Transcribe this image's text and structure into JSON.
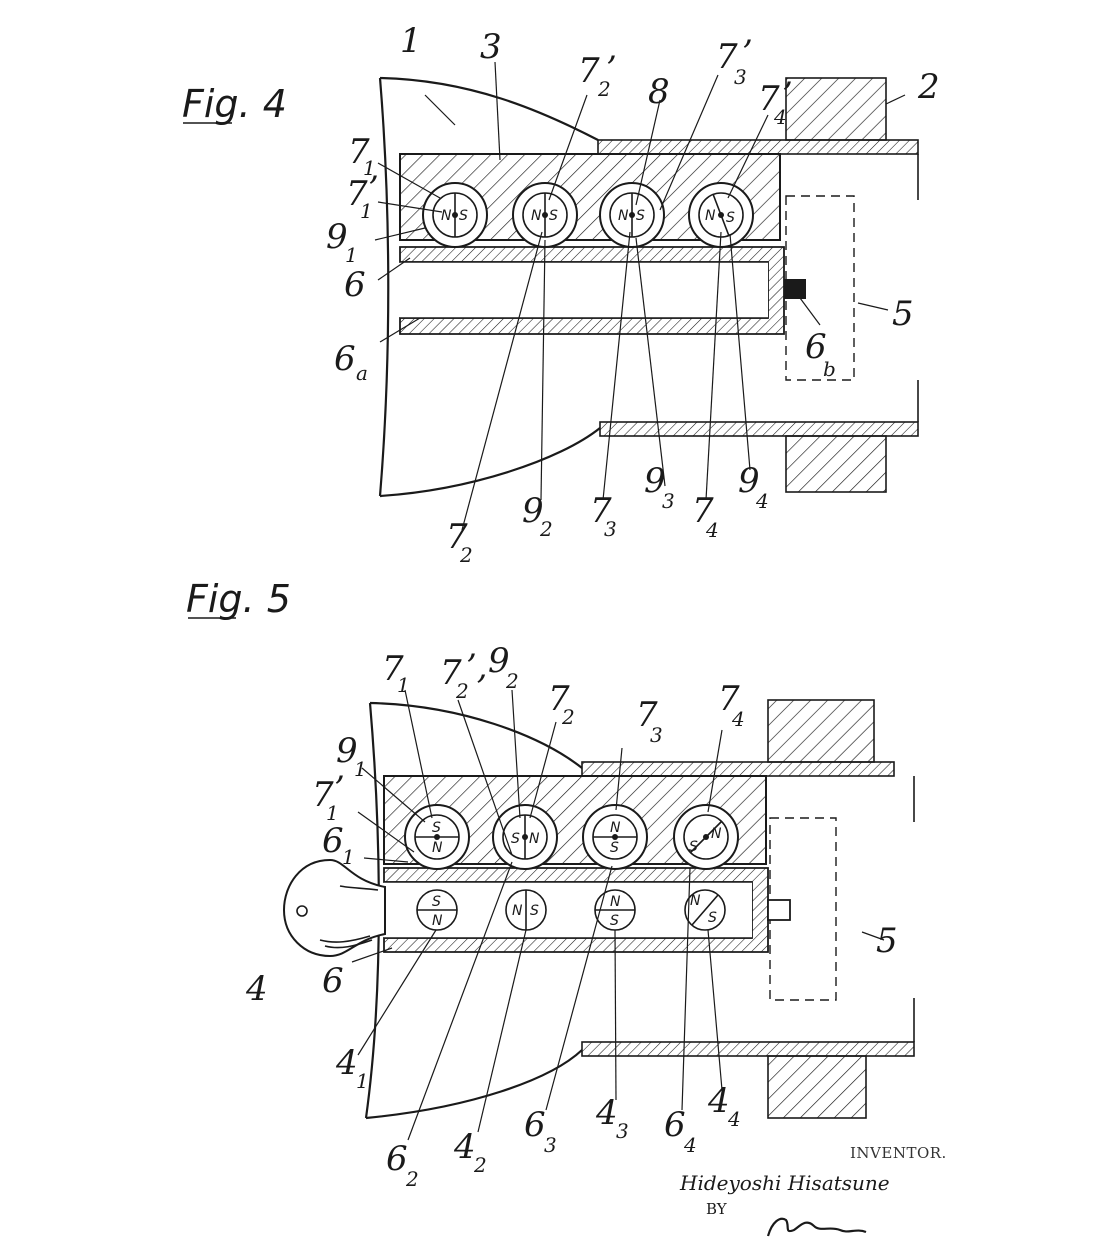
{
  "figure4": {
    "title": "Fig. 4",
    "labels": {
      "ref_1": "1",
      "ref_2": "2",
      "ref_3": "3",
      "ref_5": "5",
      "ref_6": "6",
      "ref_8": "8",
      "ref_6a": "6",
      "ref_6a_sub": "a",
      "ref_6b": "6",
      "ref_6b_sub": "b",
      "ref_7_1": "7",
      "ref_7_1_sub": "1",
      "ref_7_1p": "7",
      "ref_7_1p_sub": "1",
      "ref_7_1p_mark": "’",
      "ref_9_1": "9",
      "ref_9_1_sub": "1",
      "ref_7_2p": "7",
      "ref_7_2p_sub": "2",
      "ref_7_2p_mark": "’",
      "ref_7_3p": "7",
      "ref_7_3p_sub": "3",
      "ref_7_3p_mark": "’",
      "ref_7_4p": "7",
      "ref_7_4p_sub": "4",
      "ref_7_4p_mark": "’",
      "ref_7_2": "7",
      "ref_7_2_sub": "2",
      "ref_9_2": "9",
      "ref_9_2_sub": "2",
      "ref_7_3": "7",
      "ref_7_3_sub": "3",
      "ref_9_3": "9",
      "ref_9_3_sub": "3",
      "ref_7_4": "7",
      "ref_7_4_sub": "4",
      "ref_9_4": "9",
      "ref_9_4_sub": "4"
    },
    "poles": {
      "n": "N",
      "s": "S"
    }
  },
  "figure5": {
    "title": "Fig. 5",
    "labels": {
      "ref_4": "4",
      "ref_5": "5",
      "ref_6": "6",
      "ref_7_1": "7",
      "ref_7_1_sub": "1",
      "ref_7_2p_9_2": "7",
      "ref_7_2p_sub": "2",
      "ref_7_2p_mark": "’,",
      "ref_9_2": "9",
      "ref_9_2_sub": "2",
      "ref_7_2": "7",
      "ref_7_2_sub": "2",
      "ref_7_3": "7",
      "ref_7_3_sub": "3",
      "ref_7_4": "7",
      "ref_7_4_sub": "4",
      "ref_9_1": "9",
      "ref_9_1_sub": "1",
      "ref_7_1p": "7",
      "ref_7_1p_sub": "1",
      "ref_7_1p_mark": "’",
      "ref_6_1": "6",
      "ref_6_1_sub": "1",
      "ref_4_1": "4",
      "ref_4_1_sub": "1",
      "ref_6_2": "6",
      "ref_6_2_sub": "2",
      "ref_4_2": "4",
      "ref_4_2_sub": "2",
      "ref_6_3": "6",
      "ref_6_3_sub": "3",
      "ref_4_3": "4",
      "ref_4_3_sub": "3",
      "ref_6_4": "6",
      "ref_6_4_sub": "4",
      "ref_4_4": "4",
      "ref_4_4_sub": "4"
    },
    "poles": {
      "n": "N",
      "s": "S"
    }
  },
  "signature": {
    "inventor_heading": "INVENTOR.",
    "inventor_name": "Hideyoshi Hisatsune",
    "by_label": "BY"
  }
}
